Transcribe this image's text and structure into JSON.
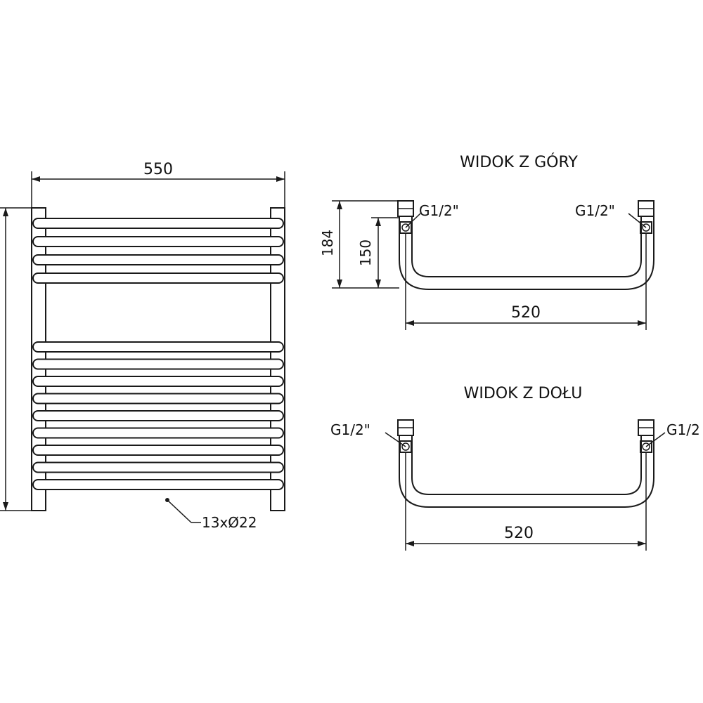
{
  "front_view": {
    "width_label": "550",
    "tubes_label": "13xØ22",
    "tube_count": 13
  },
  "top_view": {
    "title": "WIDOK Z GÓRY",
    "connector_left": "G1/2\"",
    "connector_right": "G1/2\"",
    "depth_outer_label": "184",
    "depth_inner_label": "150",
    "width_label": "520"
  },
  "bottom_view": {
    "title": "WIDOK Z DOŁU",
    "connector_left": "G1/2\"",
    "connector_right": "G1/2",
    "width_label": "520"
  },
  "colors": {
    "line": "#1a1a1a",
    "background": "#ffffff"
  }
}
